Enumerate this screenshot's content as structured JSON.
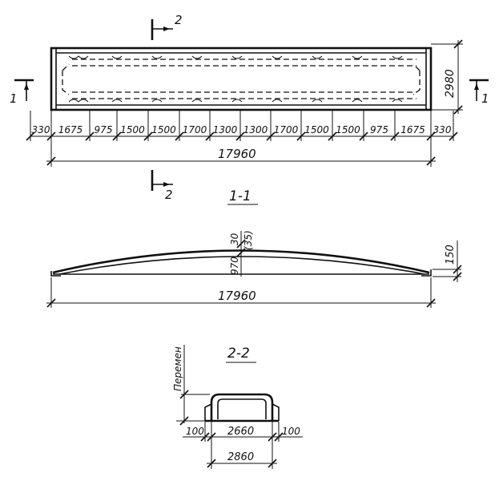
{
  "plan": {
    "cut_markers": {
      "left": "1",
      "right": "1",
      "top": "2",
      "bottom": "2"
    },
    "width_dim": "2980",
    "segments": [
      "330",
      "1675",
      "975",
      "1500",
      "1500",
      "1700",
      "1300",
      "1300",
      "1700",
      "1500",
      "1500",
      "975",
      "1675",
      "330"
    ],
    "total_length": "17960"
  },
  "section_1_1": {
    "title": "1-1",
    "rise_dims": [
      "30",
      "(35)",
      "970"
    ],
    "end_height": "150",
    "total_length": "17960"
  },
  "section_2_2": {
    "title": "2-2",
    "vertical_label": "Перемен",
    "dims": {
      "left_ledge": "100",
      "inner": "2660",
      "right_ledge": "100",
      "total": "2860"
    }
  }
}
